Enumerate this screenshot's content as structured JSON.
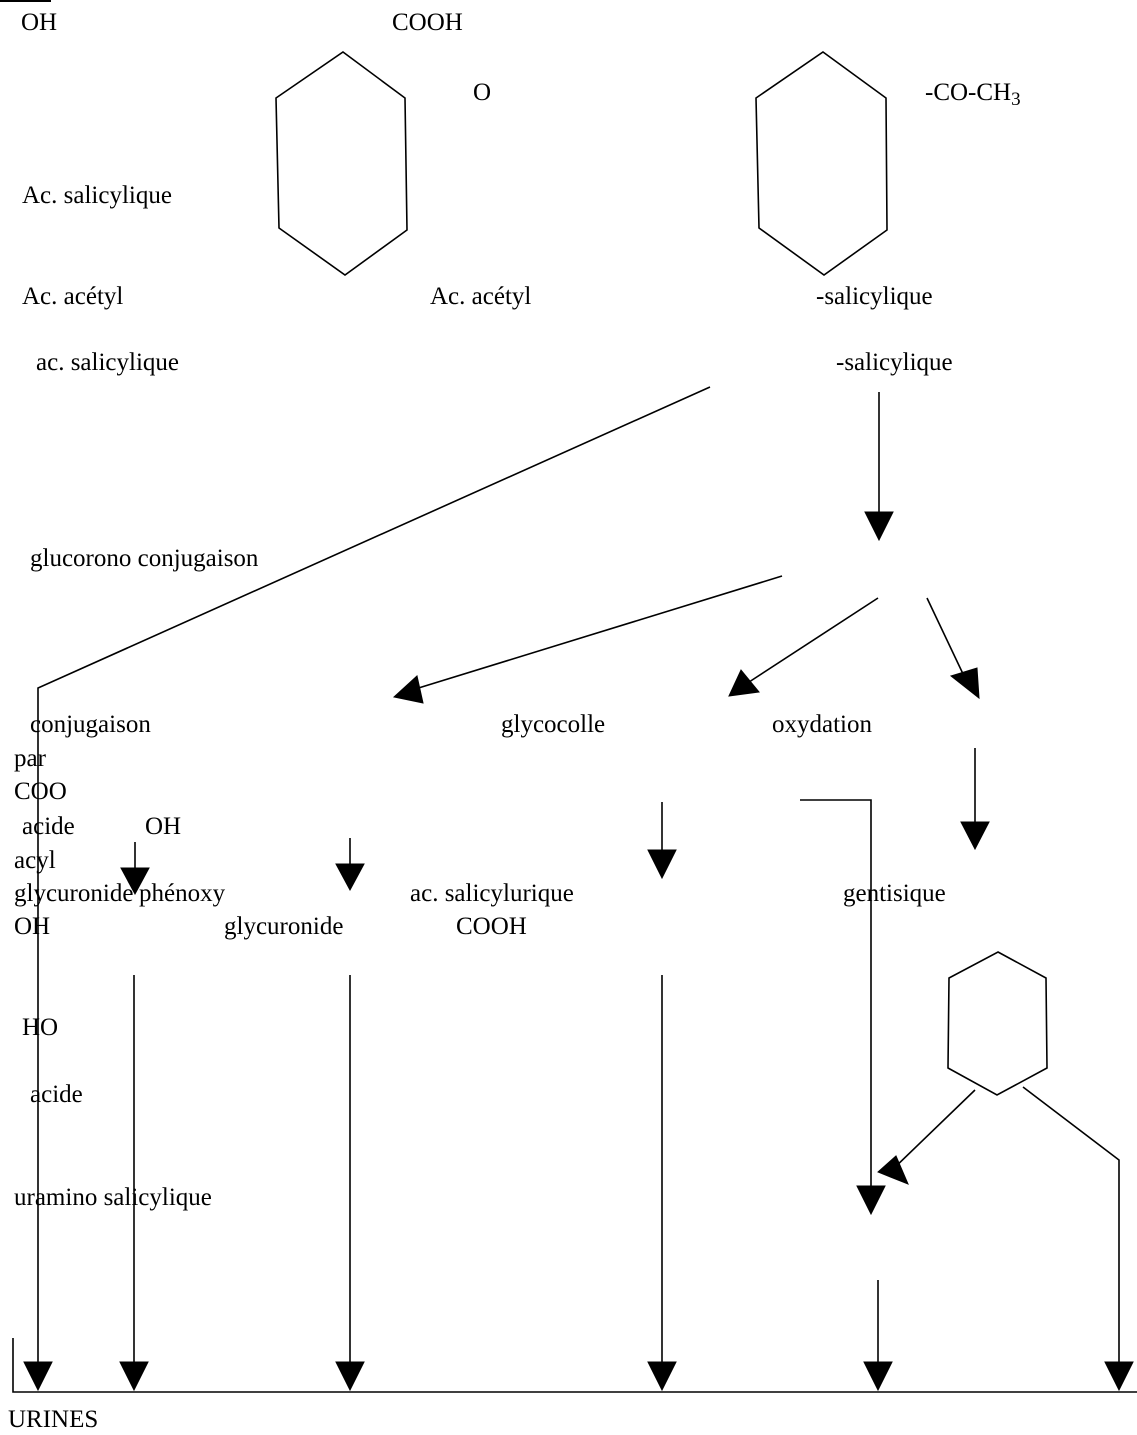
{
  "labels": {
    "oh_top": "OH",
    "cooh_top": "COOH",
    "o_top": "O",
    "coch3": "-CO-CH",
    "coch3_sub": "3",
    "ac_salicylique_1": "Ac. salicylique",
    "ac_acetyl_1": "Ac. acétyl",
    "ac_acetyl_2": "Ac. acétyl",
    "salicylique_1": "-salicylique",
    "ac_salicylique_2": "ac. salicylique",
    "salicylique_2": "-salicylique",
    "glucorono": "glucorono conjugaison",
    "conjugaison": "conjugaison",
    "glycocolle": "glycocolle",
    "oxydation": "oxydation",
    "par": "par",
    "coo": "COO",
    "acide_1": "acide",
    "oh_mid": "OH",
    "acyl": "acyl",
    "glycuronide_1": "glycuronide",
    "phenoxy": "phénoxy",
    "ac_salicylurique": "ac. salicylurique",
    "gentisique": "gentisique",
    "oh_low": "OH",
    "glycuronide_2": "glycuronide",
    "cooh_low": "COOH",
    "ho": "HO",
    "acide_2": "acide",
    "uramino": "uramino salicylique",
    "urines": "URINES"
  },
  "colors": {
    "ink": "#000000",
    "background": "#ffffff"
  }
}
